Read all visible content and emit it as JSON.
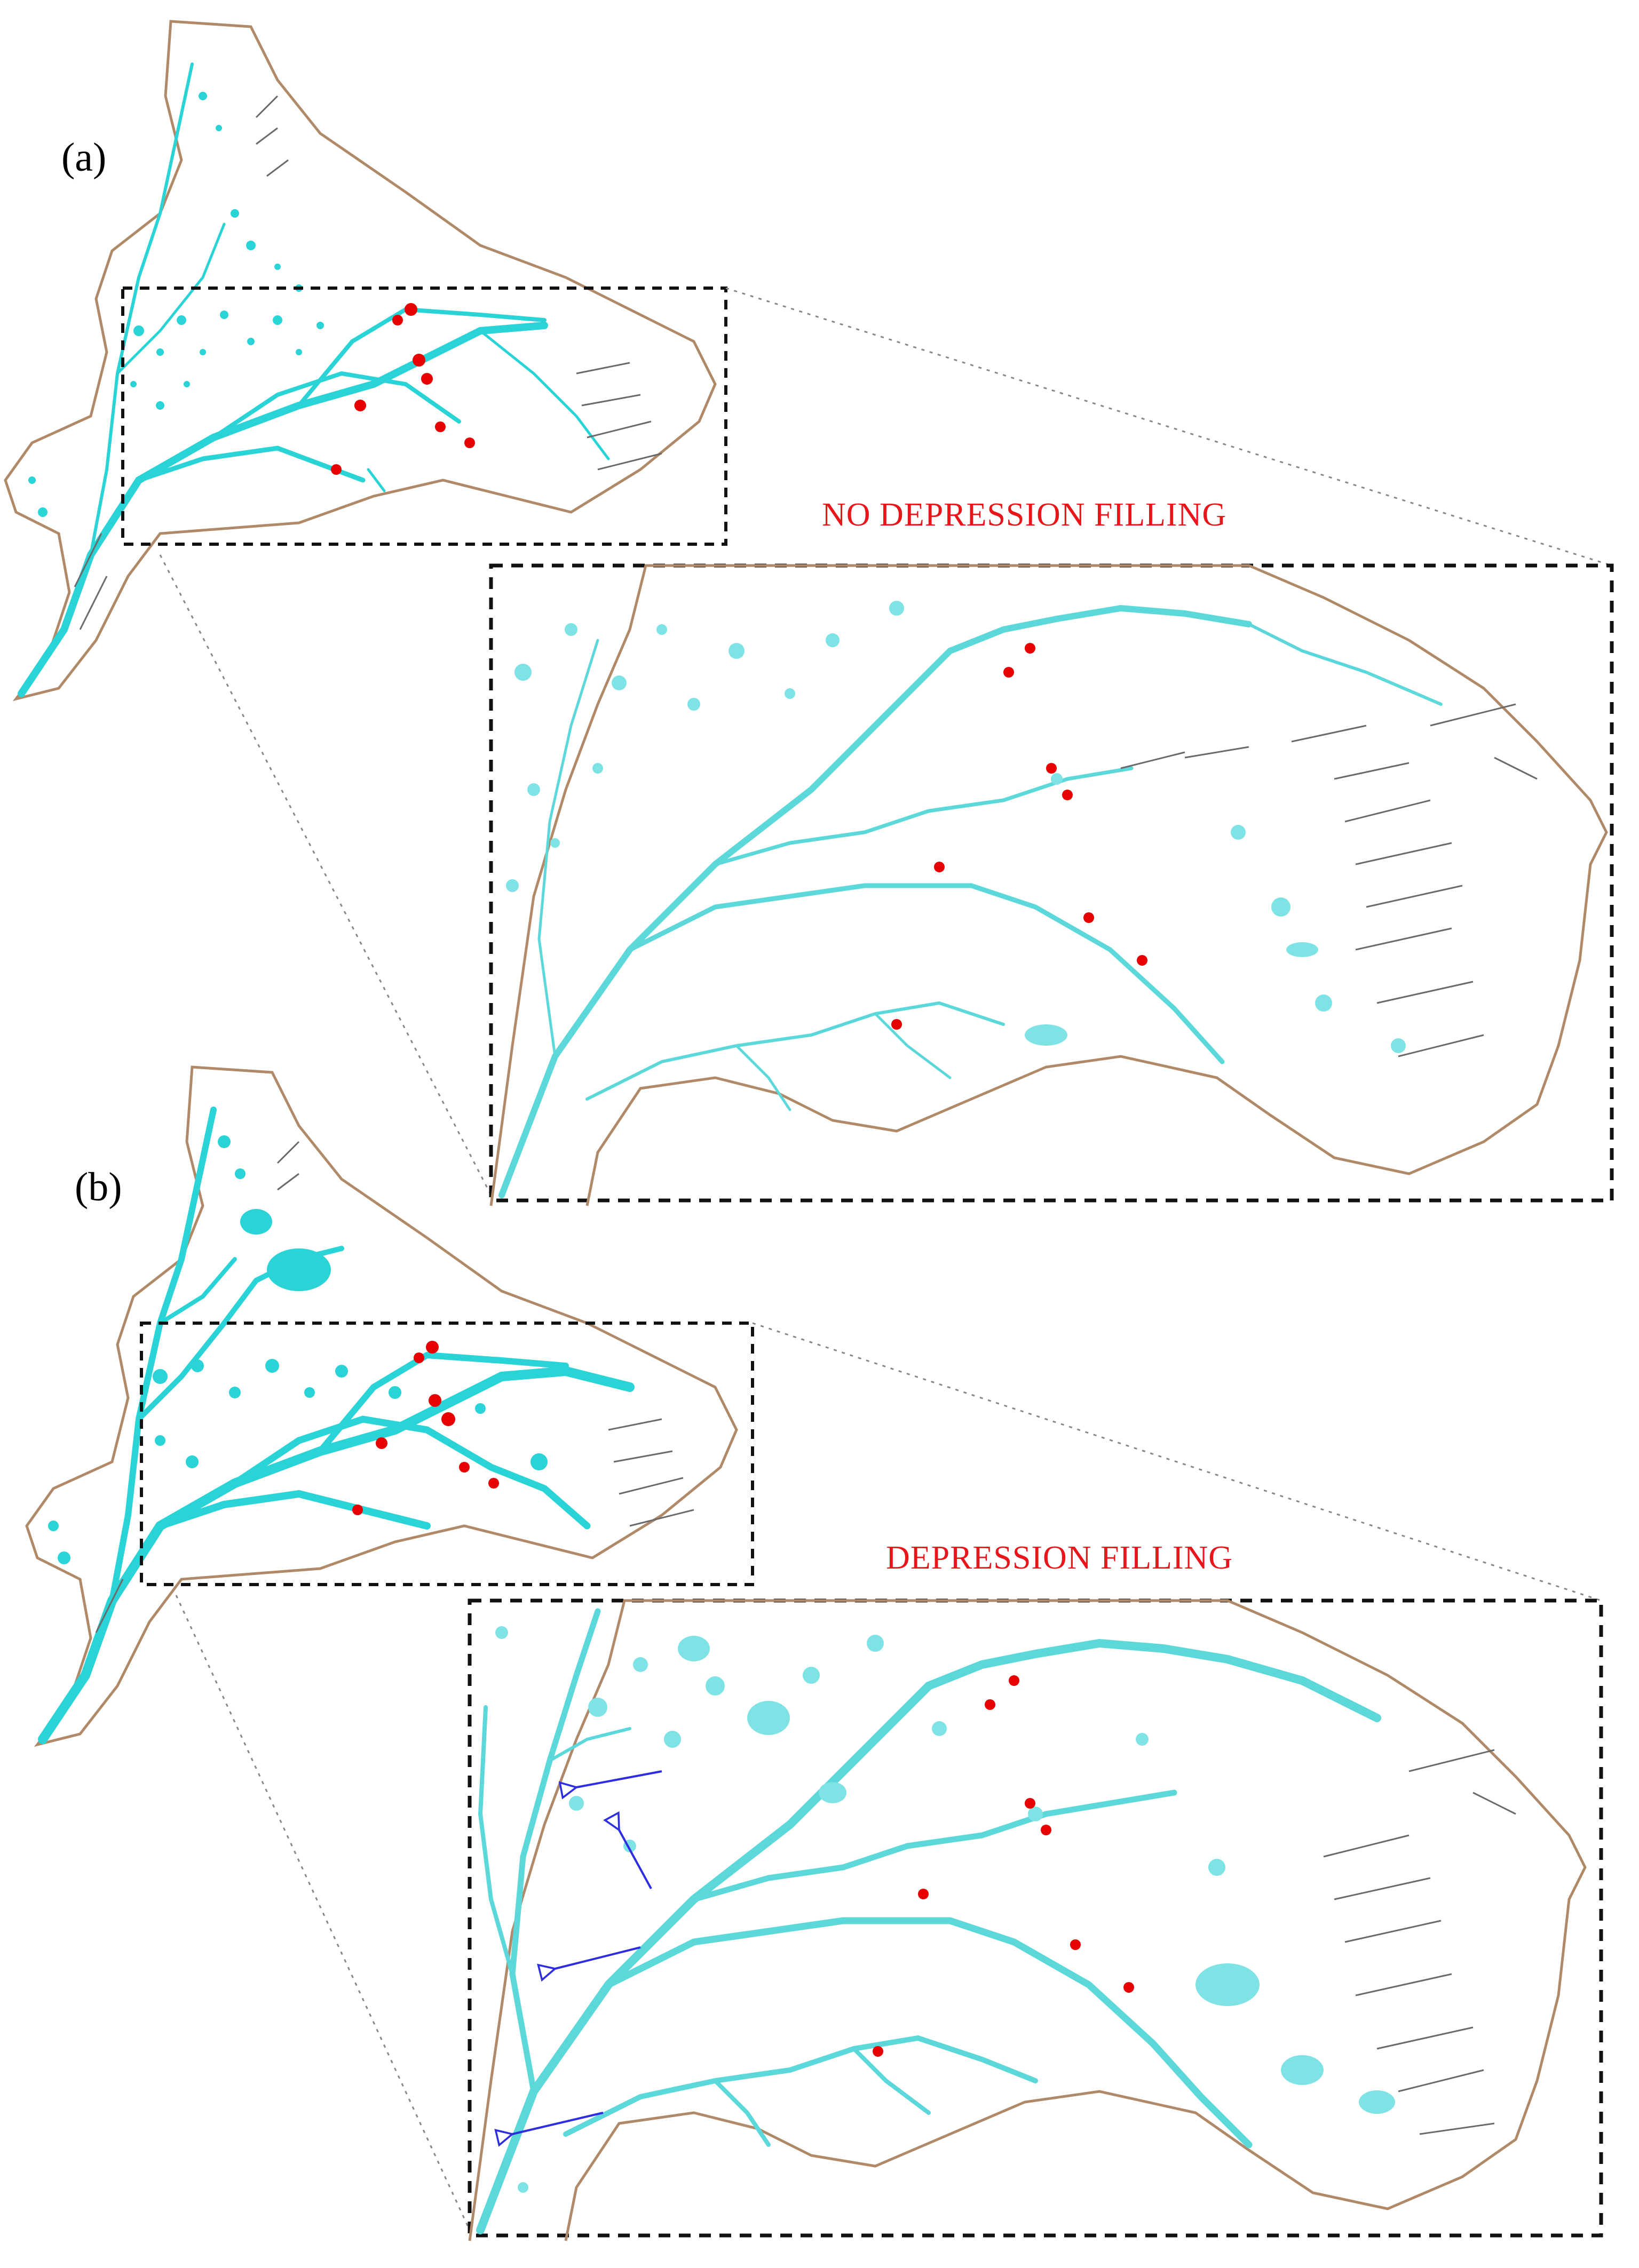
{
  "panels": [
    {
      "label": "(a)",
      "caption": "NO DEPRESSION FILLING"
    },
    {
      "label": "(b)",
      "caption": "DEPRESSION FILLING"
    }
  ],
  "colors": {
    "boundary": "#b08a68",
    "water": "#2ad4d6",
    "water_light": "#7fe3e5",
    "stream": "#6a6a6a",
    "station": "#e60000",
    "caption": "#e8151b",
    "arrow": "#2e2ee0",
    "box": "#111111",
    "guide": "#888888"
  },
  "icons": {
    "station_marker": "red-dot",
    "flow_arrow": "hollow-arrow"
  }
}
